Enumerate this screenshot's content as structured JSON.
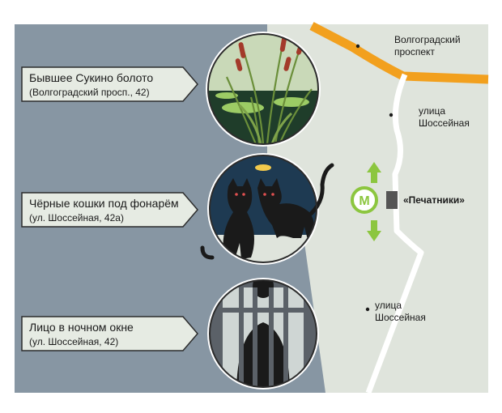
{
  "places": [
    {
      "title": "Бывшее Сукино болото",
      "address": "(Волгоградский просп., 42)"
    },
    {
      "title": "Чёрные кошки под фонарём",
      "address": "(ул. Шоссейная, 42а)"
    },
    {
      "title": "Лицо в ночном окне",
      "address": "(ул. Шоссейная, 42)"
    }
  ],
  "map": {
    "road_volgogradsky": {
      "line1": "Волгоградский",
      "line2": "проспект"
    },
    "street_top": {
      "line1": "улица",
      "line2": "Шоссейная"
    },
    "street_bottom": {
      "line1": "улица",
      "line2": "Шоссейная"
    },
    "metro_letter": "М",
    "station_name": "«Печатники»"
  },
  "colors": {
    "water_bg": "#8796a3",
    "land": "#dfe4dc",
    "road": "#f2a01e",
    "metro": "#8cc63f",
    "label_fill": "#e6ebe3",
    "dark": "#2c2c2c"
  },
  "icons": [
    "reeds-icon",
    "black-cats-icon",
    "figure-in-window-icon",
    "metro-icon",
    "station-building-icon"
  ]
}
